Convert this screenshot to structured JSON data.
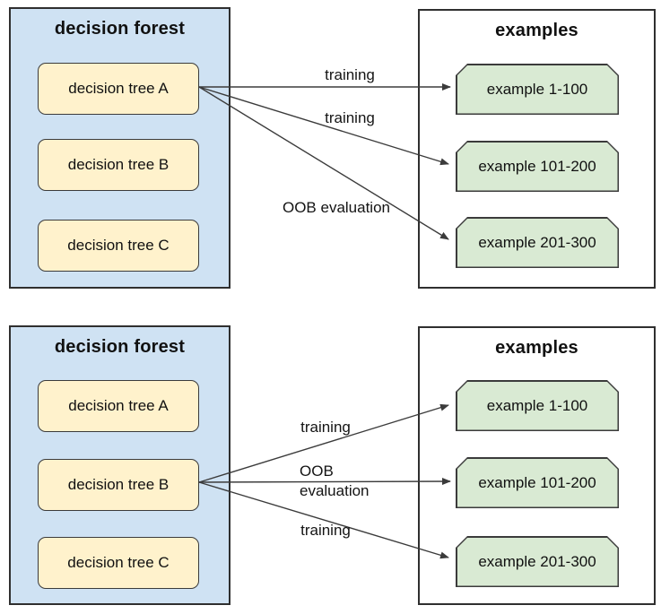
{
  "colors": {
    "forest_fill": "#cfe2f3",
    "tree_fill": "#fff2cc",
    "examples_fill": "#ffffff",
    "example_fill": "#d9ead3",
    "border": "#2f2f2f",
    "arrow": "#3b3b3b",
    "text": "#111111"
  },
  "diagrams": [
    {
      "id": "tree-a-view",
      "forest": {
        "title": "decision forest",
        "trees": [
          "decision tree A",
          "decision tree B",
          "decision tree C"
        ]
      },
      "examples": {
        "title": "examples",
        "items": [
          "example 1-100",
          "example 101-200",
          "example 201-300"
        ]
      },
      "arrows": [
        {
          "from": "decision tree A",
          "to": "example 1-100",
          "label": "training"
        },
        {
          "from": "decision tree A",
          "to": "example 101-200",
          "label": "training"
        },
        {
          "from": "decision tree A",
          "to": "example 201-300",
          "label": "OOB evaluation"
        }
      ]
    },
    {
      "id": "tree-b-view",
      "forest": {
        "title": "decision forest",
        "trees": [
          "decision tree A",
          "decision tree B",
          "decision tree C"
        ]
      },
      "examples": {
        "title": "examples",
        "items": [
          "example 1-100",
          "example 101-200",
          "example 201-300"
        ]
      },
      "arrows": [
        {
          "from": "decision tree B",
          "to": "example 1-100",
          "label": "training"
        },
        {
          "from": "decision tree B",
          "to": "example 101-200",
          "label": "OOB evaluation",
          "label_lines": [
            "OOB",
            "evaluation"
          ]
        },
        {
          "from": "decision tree B",
          "to": "example 201-300",
          "label": "training"
        }
      ]
    }
  ]
}
